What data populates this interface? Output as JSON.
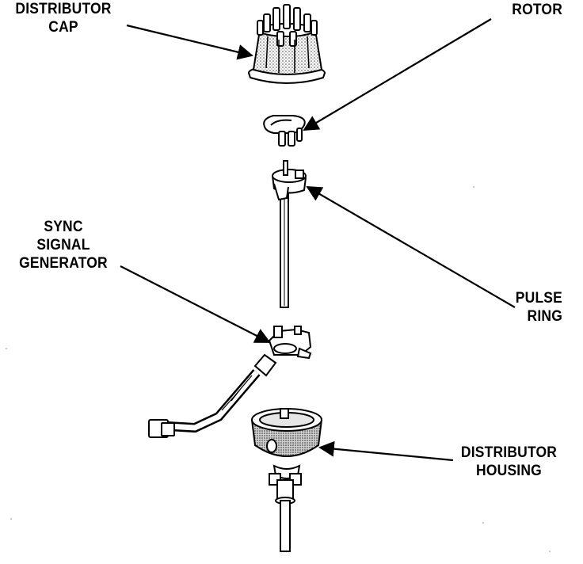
{
  "labels": {
    "distributor_cap": [
      "DISTRIBUTOR",
      "CAP"
    ],
    "rotor": [
      "ROTOR"
    ],
    "sync_signal_generator": [
      "SYNC",
      "SIGNAL",
      "GENERATOR"
    ],
    "pulse_ring": [
      "PULSE",
      "RING"
    ],
    "distributor_housing": [
      "DISTRIBUTOR",
      "HOUSING"
    ]
  },
  "colors": {
    "ink": "#000000",
    "background": "#ffffff",
    "stipple": "#9a9a9a"
  }
}
